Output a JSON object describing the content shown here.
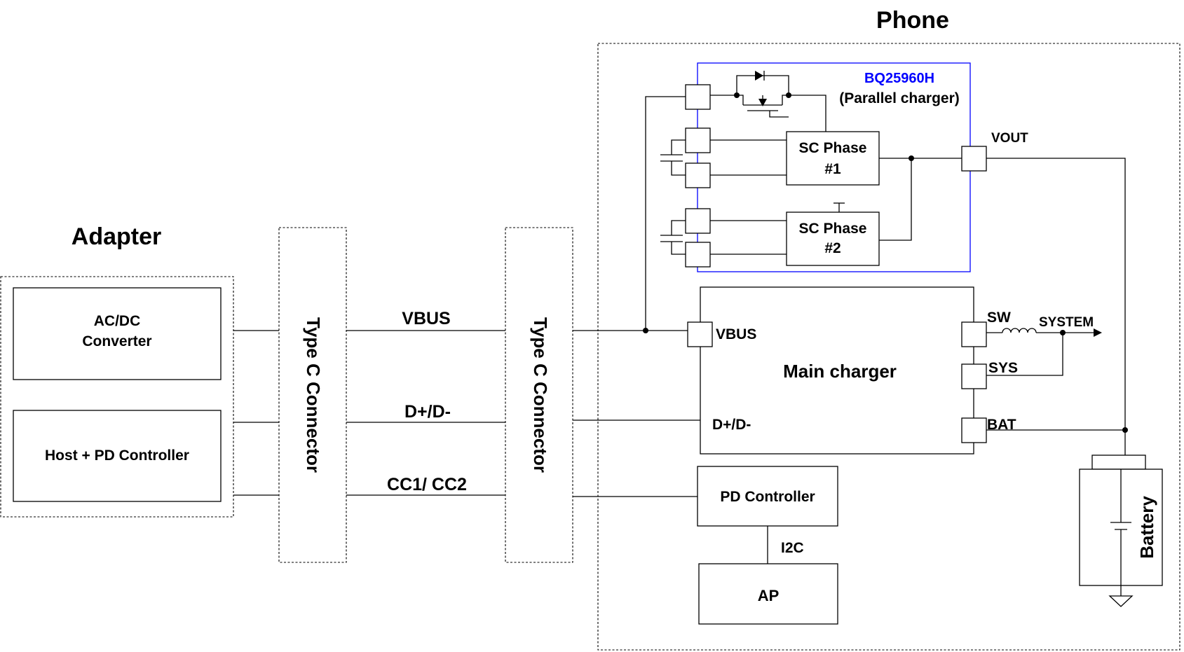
{
  "headings": {
    "phone": "Phone",
    "adapter": "Adapter"
  },
  "adapter": {
    "acdc_line1": "AC/DC",
    "acdc_line2": "Converter",
    "host_pd": "Host + PD Controller"
  },
  "connectors": {
    "left": "Type C Connector",
    "right": "Type C Connector"
  },
  "signals": {
    "vbus": "VBUS",
    "dpdm": "D+/D-",
    "cc": "CC1/ CC2"
  },
  "parallel_charger": {
    "part": "BQ25960H",
    "desc": "(Parallel charger)",
    "vout": "VOUT",
    "phase1_line1": "SC Phase",
    "phase1_line2": "#1",
    "phase2_line1": "SC Phase",
    "phase2_line2": "#2",
    "accent_color": "#0000ff"
  },
  "main_charger": {
    "title": "Main charger",
    "vbus": "VBUS",
    "dpdm": "D+/D-",
    "sw": "SW",
    "sys": "SYS",
    "bat": "BAT",
    "system": "SYSTEM"
  },
  "pd_controller": "PD Controller",
  "i2c": "I2C",
  "ap": "AP",
  "battery": "Battery"
}
